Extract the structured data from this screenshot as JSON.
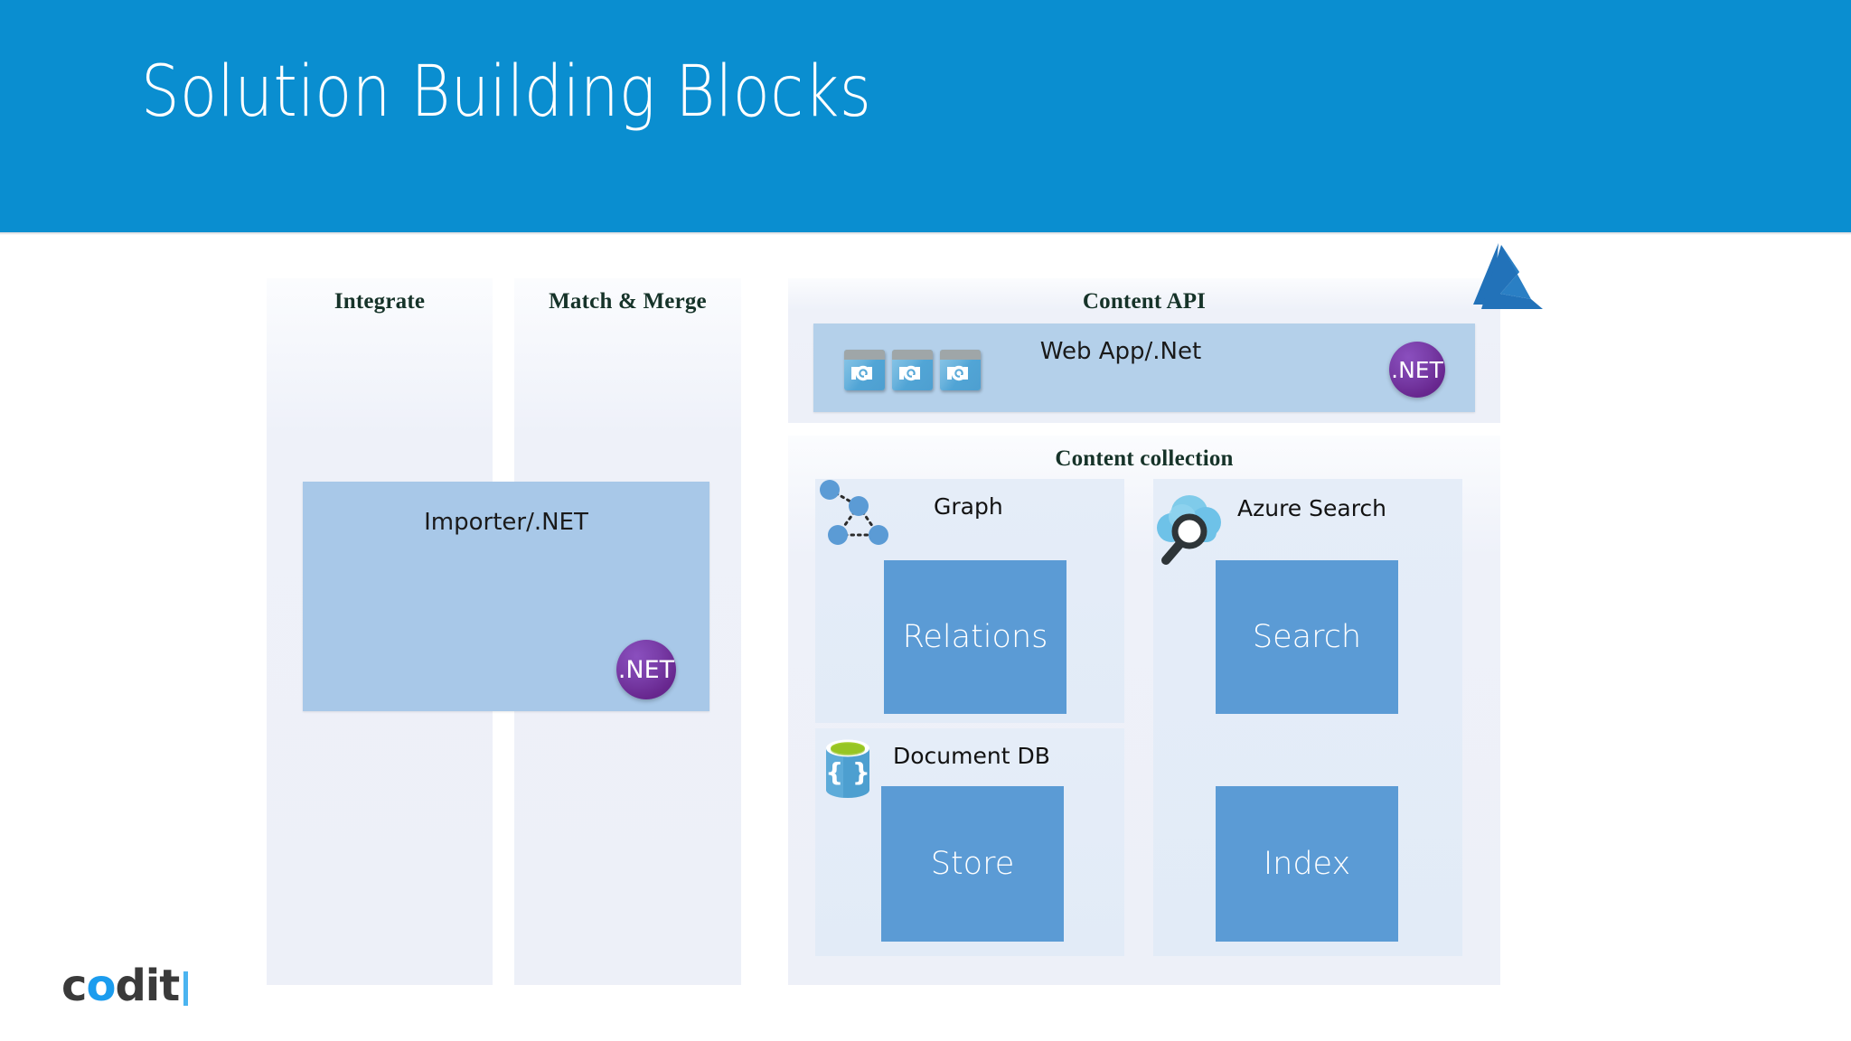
{
  "header": {
    "title": "Solution Building Blocks",
    "band_color": "#0a8ed0"
  },
  "columns": [
    {
      "name": "integrate",
      "label": "Integrate"
    },
    {
      "name": "match-merge",
      "label": "Match & Merge"
    }
  ],
  "importer": {
    "label": "Importer/.NET",
    "badge": ".NET",
    "box_color": "#a8c8e8",
    "badge_color": "#68278f"
  },
  "content_api": {
    "heading": "Content API",
    "webapp_label": "Web App/.Net",
    "webapp_badge": ".NET",
    "webapp_bar_color": "#b4d0ea",
    "api_icons": [
      {
        "name": "api-app-icon-1"
      },
      {
        "name": "api-app-icon-2"
      },
      {
        "name": "api-app-icon-3"
      }
    ]
  },
  "content_collection": {
    "heading": "Content collection",
    "services": [
      {
        "name": "graph",
        "label": "Graph",
        "icon": "graph-nodes-icon",
        "box_label": "Relations",
        "box_color": "#5b9bd5"
      },
      {
        "name": "azure-search",
        "label": "Azure Search",
        "icon": "cloud-magnifier-icon",
        "box_label": "Search",
        "box_color": "#5b9bd5"
      },
      {
        "name": "document-db",
        "label": "Document DB",
        "icon": "database-braces-icon",
        "box_label": "Store",
        "box_color": "#5b9bd5"
      },
      {
        "name": "index",
        "label": "",
        "icon": "",
        "box_label": "Index",
        "box_color": "#5b9bd5"
      }
    ]
  },
  "logos": {
    "azure": {
      "name": "azure-logo",
      "color": "#2272b9"
    },
    "codit": {
      "name": "codit-logo",
      "part1": "c",
      "part2": "o",
      "part3": "dit",
      "text_color": "#3a3a3a",
      "accent_color": "#1b9cee"
    }
  }
}
